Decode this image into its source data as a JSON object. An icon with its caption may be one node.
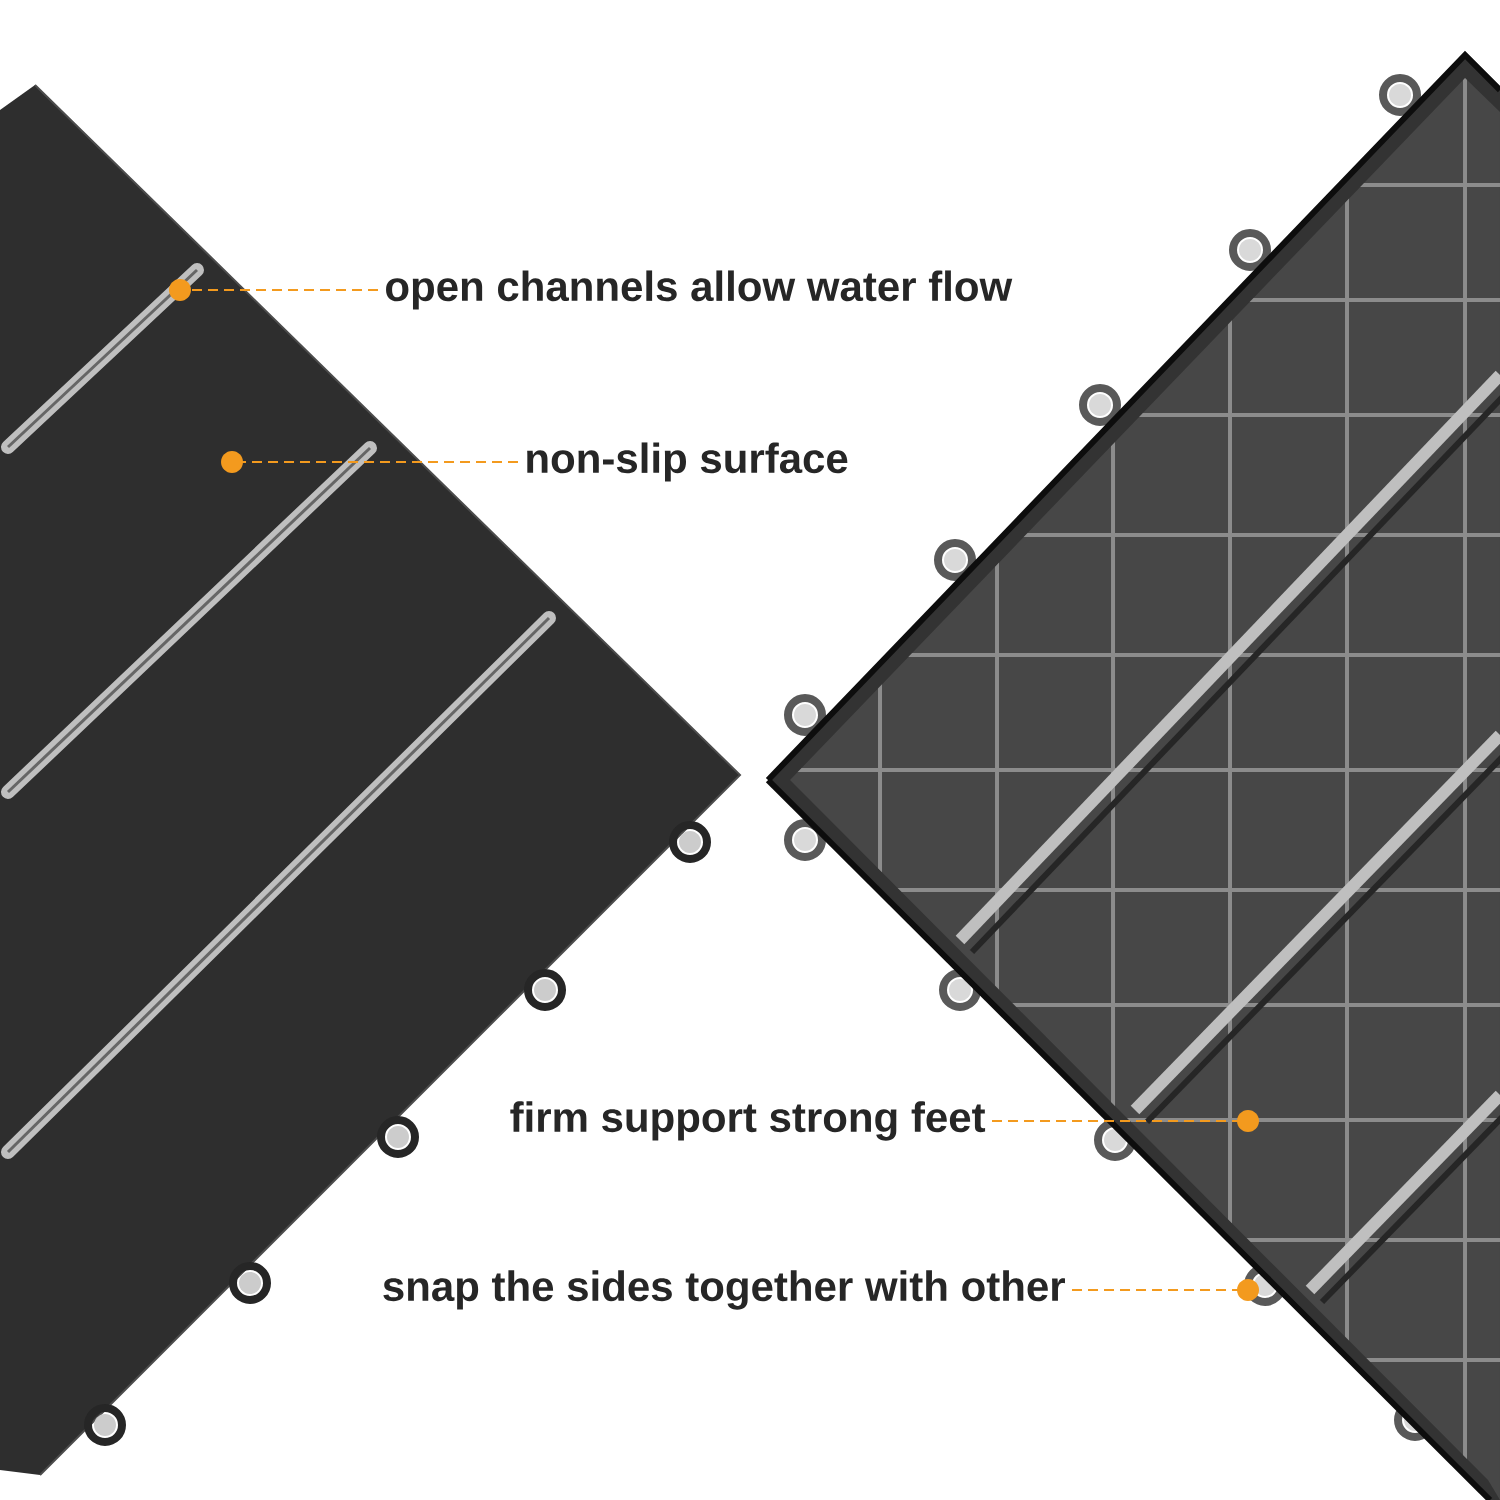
{
  "diagram": {
    "nodes": [
      {
        "text": [
          "open channels allow water flow"
        ]
      },
      {
        "text": [
          "non-slip surface"
        ]
      },
      {
        "text": [
          "firm support strong feet"
        ]
      },
      {
        "text": [
          "snap the sides together with other"
        ]
      }
    ],
    "edges": [
      {
        "from": 0,
        "to": null,
        "arrow": "other",
        "style": "dashed"
      },
      {
        "from": 1,
        "to": null,
        "arrow": "other",
        "style": "dashed"
      },
      {
        "from": 2,
        "to": null,
        "arrow": "other",
        "style": "dashed"
      },
      {
        "from": 3,
        "to": null,
        "arrow": "other",
        "style": "dashed"
      }
    ]
  }
}
